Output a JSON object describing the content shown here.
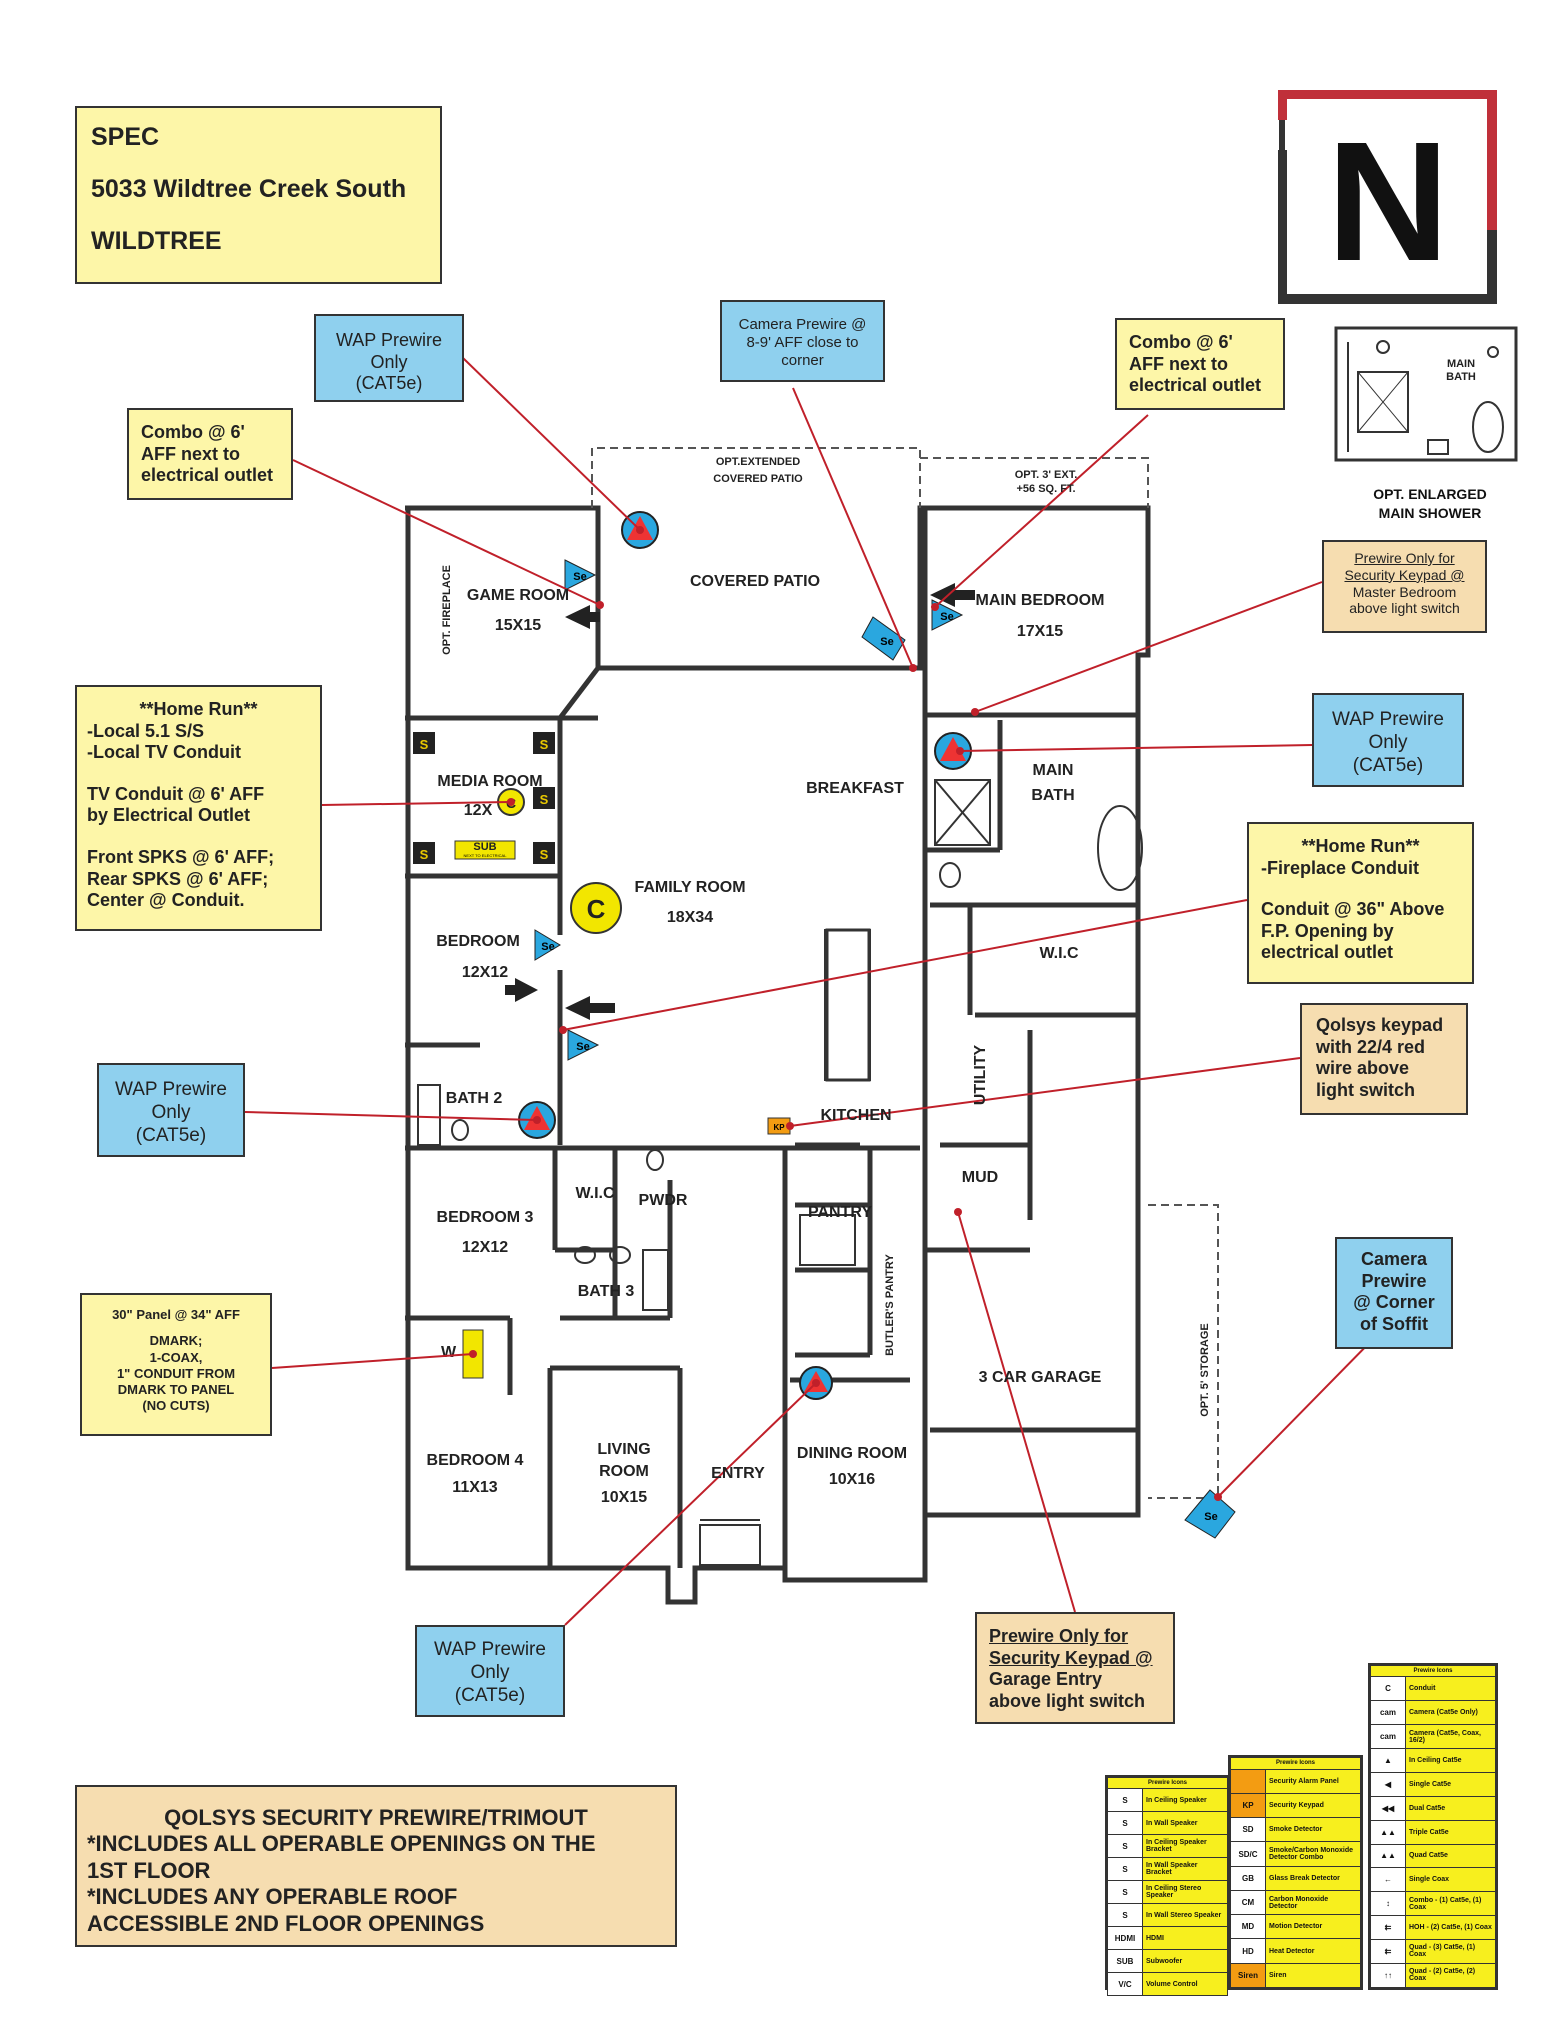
{
  "header": {
    "line1": "SPEC",
    "line2": "5033 Wildtree Creek South",
    "line3": "WILDTREE"
  },
  "logo": {
    "letter": "N",
    "accent": "#c0303a",
    "frame": "#333333"
  },
  "callouts": {
    "wap_top": [
      "WAP Prewire",
      "Only",
      "(CAT5e)"
    ],
    "camera_top": [
      "Camera Prewire @",
      "8-9' AFF close to",
      "corner"
    ],
    "combo_left": [
      "Combo @ 6'",
      "AFF next to",
      "electrical outlet"
    ],
    "combo_right": [
      "Combo @ 6'",
      "AFF next to",
      "electrical outlet"
    ],
    "keypad_master": [
      "Prewire Only for",
      "Security Keypad @",
      "Master Bedroom",
      "above light switch"
    ],
    "wap_right": [
      "WAP Prewire",
      "Only",
      "(CAT5e)"
    ],
    "homerun_left": {
      "title": "**Home Run**",
      "lines": [
        "-Local 5.1 S/S",
        "-Local TV Conduit",
        "",
        "TV Conduit @ 6' AFF",
        "by Electrical Outlet",
        "",
        "Front SPKS @ 6' AFF;",
        "Rear SPKS @ 6' AFF;",
        "Center @ Conduit."
      ]
    },
    "homerun_right": {
      "title": "**Home Run**",
      "lines": [
        "-Fireplace Conduit",
        "",
        "Conduit @ 36\" Above",
        "F.P. Opening by",
        "electrical outlet"
      ]
    },
    "wap_left": [
      "WAP Prewire",
      "Only",
      "(CAT5e)"
    ],
    "qolsys": [
      "Qolsys keypad",
      "with 22/4 red",
      "wire above",
      "light switch"
    ],
    "panel": [
      "30\" Panel @ 34\" AFF",
      "",
      "DMARK;",
      "1-COAX,",
      "1\" CONDUIT FROM",
      "DMARK TO PANEL",
      "(NO CUTS)"
    ],
    "camera_right": [
      "Camera",
      "Prewire",
      "@ Corner",
      "of Soffit"
    ],
    "wap_bottom": [
      "WAP Prewire",
      "Only",
      "(CAT5e)"
    ],
    "keypad_garage": [
      "Prewire Only for",
      "Security Keypad @",
      "Garage Entry",
      "above light switch"
    ],
    "security_note": [
      "QOLSYS SECURITY PREWIRE/TRIMOUT",
      "*INCLUDES ALL OPERABLE OPENINGS ON THE",
      "1ST FLOOR",
      "*INCLUDES ANY OPERABLE ROOF",
      "ACCESSIBLE 2ND FLOOR OPENINGS"
    ]
  },
  "inset": {
    "label_bath": [
      "MAIN",
      "BATH"
    ],
    "caption": [
      "OPT. ENLARGED",
      "MAIN SHOWER"
    ]
  },
  "rooms": {
    "game_room": [
      "GAME ROOM",
      "15X15"
    ],
    "covered_patio": "COVERED PATIO",
    "opt_patio": [
      "OPT.EXTENDED",
      "COVERED PATIO"
    ],
    "opt_ext": [
      "OPT. 3' EXT.",
      "+56 SQ. FT."
    ],
    "main_bedroom": [
      "MAIN BEDROOM",
      "17X15"
    ],
    "media_room": [
      "MEDIA ROOM",
      "12X"
    ],
    "breakfast": "BREAKFAST",
    "main_bath": [
      "MAIN",
      "BATH"
    ],
    "family_room": [
      "FAMILY ROOM",
      "18X34"
    ],
    "bedroom": [
      "BEDROOM",
      "12X12"
    ],
    "wic": "W.I.C",
    "bath2": "BATH 2",
    "kitchen": "KITCHEN",
    "utility": "UTILITY",
    "mud": "MUD",
    "bedroom3": [
      "BEDROOM 3",
      "12X12"
    ],
    "wic2": "W.I.C",
    "pwdr": "PWDR",
    "pantry": "PANTRY",
    "bath3": "BATH 3",
    "butlers": "BUTLER'S PANTRY",
    "garage": "3 CAR GARAGE",
    "storage": "OPT. 5' STORAGE",
    "bedroom4": [
      "BEDROOM 4",
      "11X13"
    ],
    "living": [
      "LIVING",
      "ROOM",
      "10X15"
    ],
    "entry": "ENTRY",
    "dining": [
      "DINING ROOM",
      "10X16"
    ],
    "opt_fireplace": "OPT. FIREPLACE",
    "sub": "SUB",
    "sub_note": "NEXT TO ELECTRICAL",
    "kp": "KP",
    "conduit_c": "C",
    "speaker_s": "S",
    "se": "Se",
    "wi": "W"
  },
  "legend_left": {
    "header": "Prewire Icons",
    "rows": [
      {
        "sym": "S",
        "text": "In Ceiling Speaker"
      },
      {
        "sym": "S",
        "text": "In Wall Speaker"
      },
      {
        "sym": "S",
        "text": "In Ceiling Speaker Bracket"
      },
      {
        "sym": "S",
        "text": "In Wall Speaker Bracket"
      },
      {
        "sym": "S",
        "text": "In Ceiling Stereo Speaker"
      },
      {
        "sym": "S",
        "text": "In Wall Stereo Speaker"
      },
      {
        "sym": "HDMI",
        "text": "HDMI"
      },
      {
        "sym": "SUB",
        "text": "Subwoofer"
      },
      {
        "sym": "V/C",
        "text": "Volume Control"
      }
    ]
  },
  "legend_mid": {
    "header": "Prewire Icons",
    "rows": [
      {
        "sym": "",
        "text": "Security Alarm Panel"
      },
      {
        "sym": "KP",
        "text": "Security Keypad"
      },
      {
        "sym": "SD",
        "text": "Smoke Detector"
      },
      {
        "sym": "SD/C",
        "text": "Smoke/Carbon Monoxide Detector Combo"
      },
      {
        "sym": "GB",
        "text": "Glass Break Detector"
      },
      {
        "sym": "CM",
        "text": "Carbon Monoxide Detector"
      },
      {
        "sym": "MD",
        "text": "Motion Detector"
      },
      {
        "sym": "HD",
        "text": "Heat Detector"
      },
      {
        "sym": "Siren",
        "text": "Siren"
      }
    ]
  },
  "legend_right": {
    "header": "Prewire Icons",
    "rows": [
      {
        "sym": "C",
        "text": "Conduit"
      },
      {
        "sym": "cam",
        "text": "Camera (Cat5e Only)"
      },
      {
        "sym": "cam",
        "text": "Camera (Cat5e, Coax, 16/2)"
      },
      {
        "sym": "▲",
        "text": "In Ceiling Cat5e"
      },
      {
        "sym": "◀",
        "text": "Single Cat5e"
      },
      {
        "sym": "◀◀",
        "text": "Dual Cat5e"
      },
      {
        "sym": "▲▲",
        "text": "Triple Cat5e"
      },
      {
        "sym": "▲▲",
        "text": "Quad Cat5e"
      },
      {
        "sym": "←",
        "text": "Single Coax"
      },
      {
        "sym": "↕",
        "text": "Combo - (1) Cat5e, (1) Coax"
      },
      {
        "sym": "⇇",
        "text": "HOH - (2) Cat5e, (1) Coax"
      },
      {
        "sym": "⇇",
        "text": "Quad - (3) Cat5e, (1) Coax"
      },
      {
        "sym": "↑↑",
        "text": "Quad - (2) Cat5e, (2) Coax"
      }
    ]
  }
}
